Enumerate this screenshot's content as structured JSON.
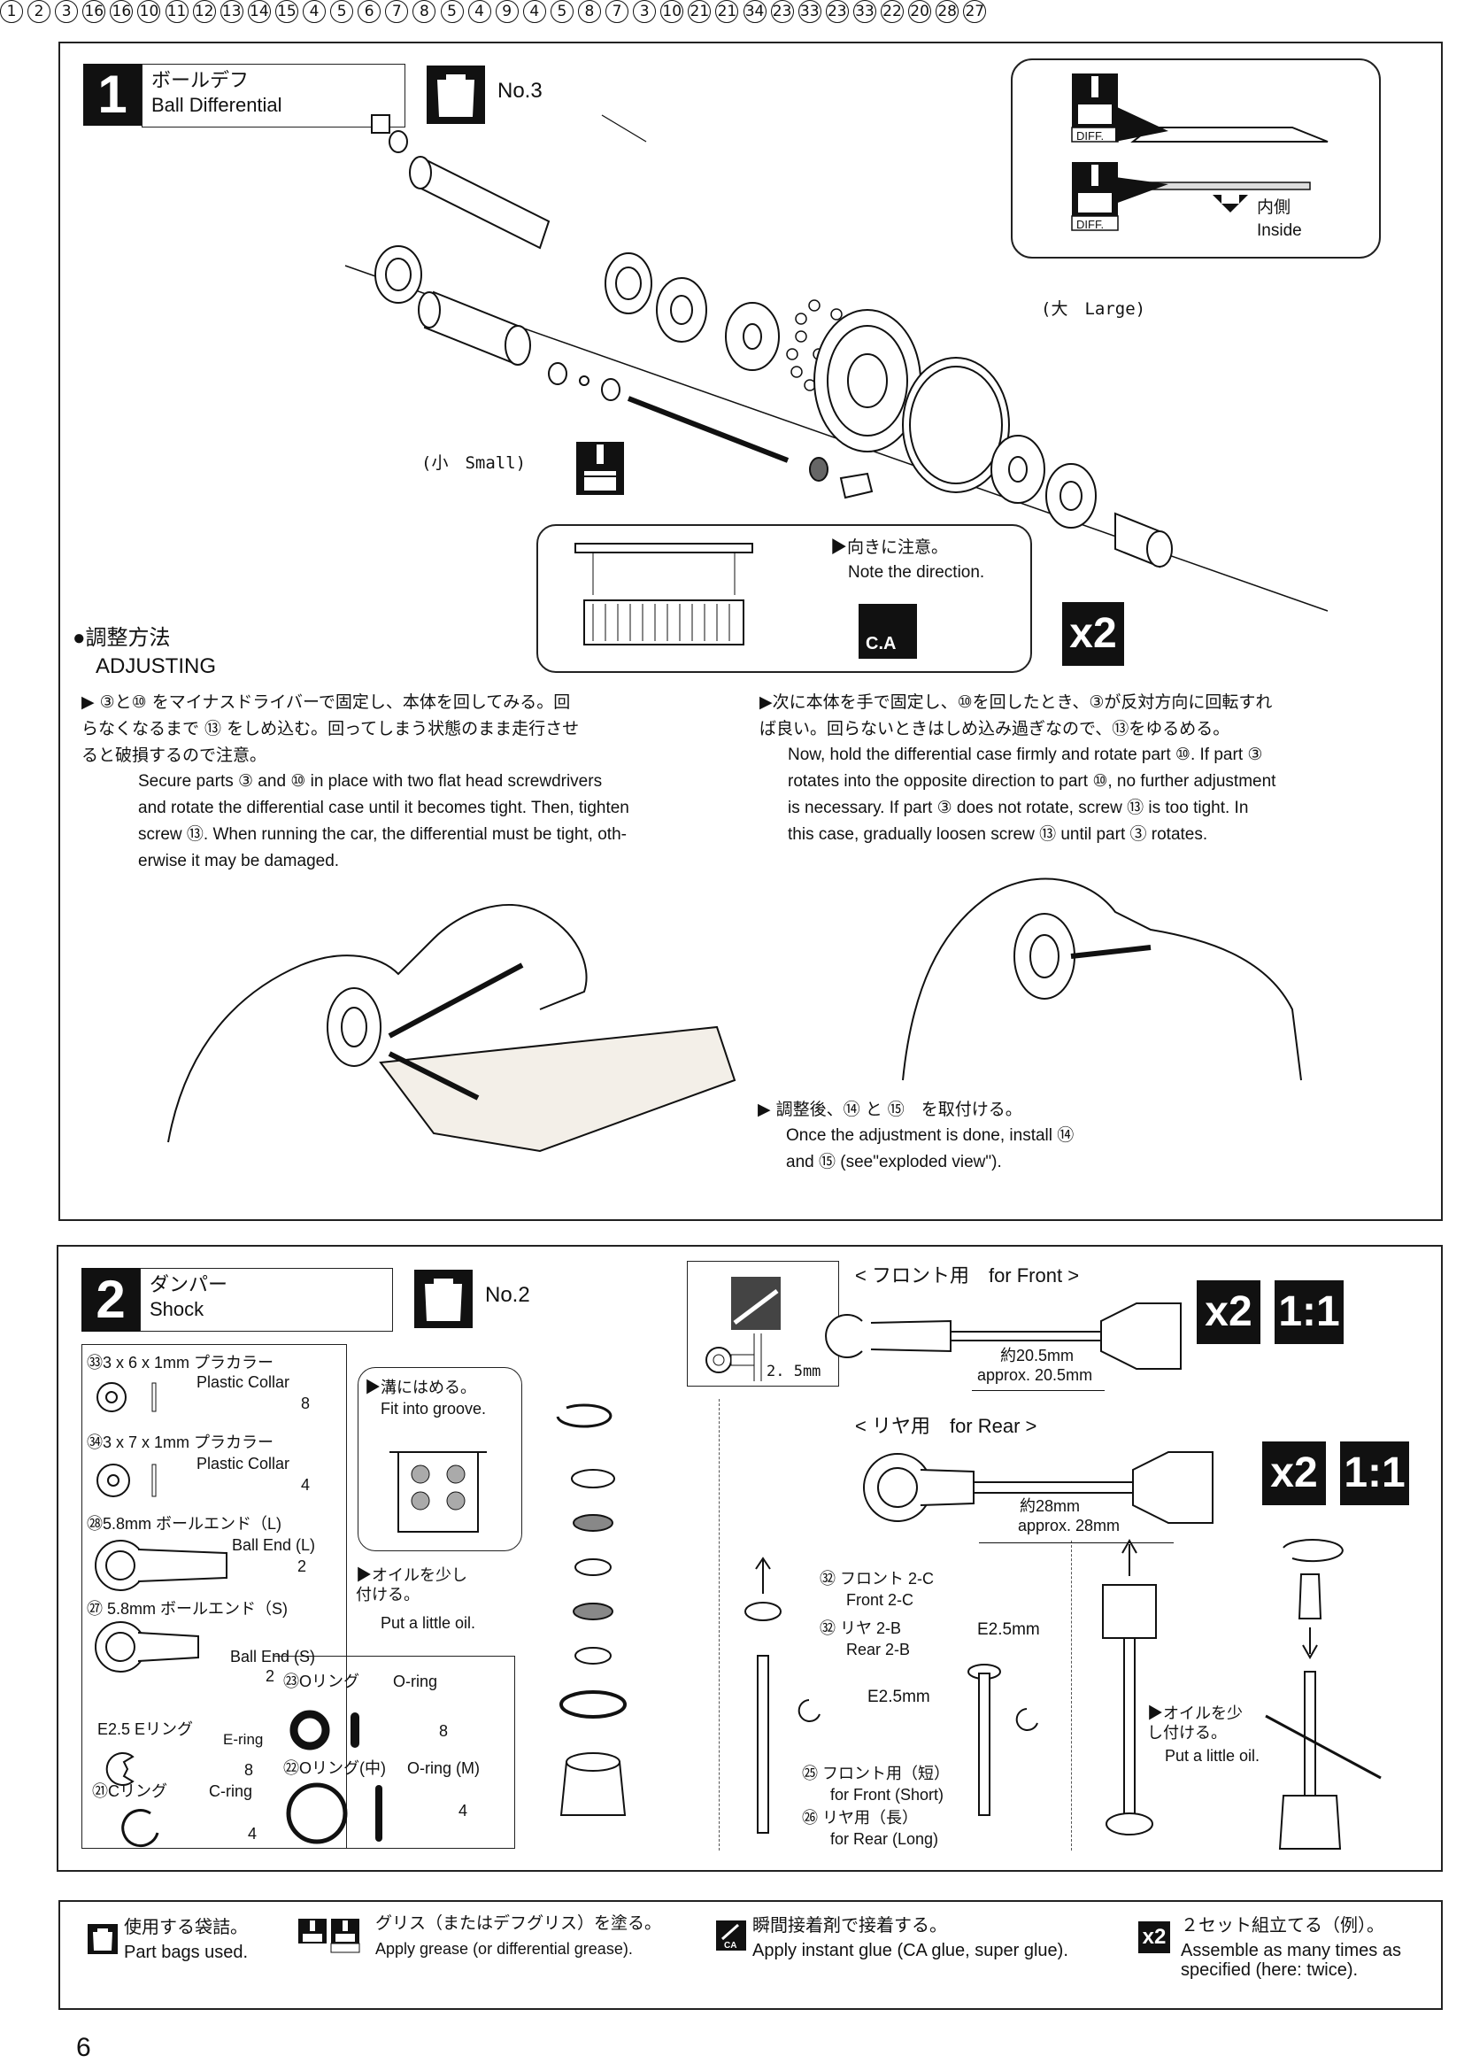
{
  "step1": {
    "number": "1",
    "title_jp": "ボールデフ",
    "title_en": "Ball Differential",
    "bag": "No.3",
    "callout_inside_jp": "内側",
    "callout_inside_en": "Inside",
    "diff_label": "DIFF.",
    "large_label": "(大　Large)",
    "small_label": "(小　Small)",
    "direction_jp": "▶向きに注意。",
    "direction_en": "Note the direction.",
    "ca": "C.A",
    "x2": "x2",
    "adjusting_jp": "●調整方法",
    "adjusting_en": "ADJUSTING",
    "left_jp": "▶ ③と⑩ をマイナスドライバーで固定し、本体を回してみる。回\nらなくなるまで ⑬ をしめ込む。回ってしまう状態のまま走行させ\nると破損するので注意。",
    "left_en": "Secure parts ③ and ⑩ in place with two flat head screwdrivers\nand rotate the differential case until it becomes tight.  Then, tighten\nscrew ⑬.  When running the car, the differential must be tight, oth-\nerwise it may be damaged.",
    "right_jp": "▶次に本体を手で固定し、⑩を回したとき、③が反対方向に回転すれ\nば良い。回らないときはしめ込み過ぎなので、⑬をゆるめる。",
    "right_en": "Now, hold the differential case firmly and rotate part ⑩.  If part ③\nrotates into the opposite direction to part ⑩, no further adjustment\nis necessary.  If part ③ does not rotate, screw ⑬ is too tight.  In\nthis case, gradually loosen screw ⑬ until part ③ rotates.",
    "after_jp": "▶ 調整後、⑭ と ⑮　を取付ける。",
    "after_en": "Once the adjustment is done, install ⑭\nand ⑮ (see\"exploded view\")."
  },
  "step2": {
    "number": "2",
    "title_jp": "ダンパー",
    "title_en": "Shock",
    "bag": "No.2",
    "parts": [
      {
        "jp": "㉝3 x 6 x 1mm プラカラー",
        "en": "Plastic Collar",
        "qty": "8"
      },
      {
        "jp": "㉞3 x 7 x 1mm プラカラー",
        "en": "Plastic Collar",
        "qty": "4"
      },
      {
        "jp": "㉘5.8mm ボールエンド（L)",
        "en": "Ball End (L)",
        "qty": "2"
      },
      {
        "jp": "㉗ 5.8mm ボールエンド（S)",
        "en": "Ball End (S)",
        "qty": "2"
      },
      {
        "jp": "E2.5 Eリング",
        "en": "E-ring",
        "qty": "8"
      },
      {
        "jp": "㉓Oリング",
        "en": "O-ring",
        "qty": "8"
      },
      {
        "jp": "㉒Oリング(中)",
        "en": "O-ring (M)",
        "qty": "4"
      },
      {
        "jp": "㉑Cリング",
        "en": "C-ring",
        "qty": "4"
      }
    ],
    "groove_jp": "▶溝にはめる。",
    "groove_en": "Fit into groove.",
    "oil_jp": "▶オイルを少し\n付ける。",
    "oil_en": "Put a little oil.",
    "front_title": "< フロント用　for Front >",
    "front_len_jp": "約20.5mm",
    "front_len_en": "approx. 20.5mm",
    "rear_title": "< リヤ用　for Rear >",
    "rear_len_jp": "約28mm",
    "rear_len_en": "approx. 28mm",
    "gap": "2. 5mm",
    "x2": "x2",
    "scale": "1:1",
    "front2c_jp": "㉜ フロント 2-C",
    "front2c_en": "Front 2-C",
    "rear2b_jp": "㉜ リヤ 2-B",
    "rear2b_en": "Rear 2-B",
    "eclip": "E2.5mm",
    "front_short_jp": "㉕ フロント用（短）",
    "front_short_en": "for Front (Short)",
    "rear_long_jp": "㉖ リヤ用（長）",
    "rear_long_en": "for Rear (Long)",
    "oil2_jp": "▶オイルを少\nし付ける。",
    "oil2_en": "Put a little oil."
  },
  "legend": [
    {
      "jp": "使用する袋詰。",
      "en": "Part bags used."
    },
    {
      "jp": "グリス（またはデフグリス）を塗る。",
      "en": "Apply grease (or differential grease)."
    },
    {
      "jp": "瞬間接着剤で接着する。",
      "en": "Apply instant glue (CA glue, super glue)."
    },
    {
      "jp": "２セット組立てる（例）。",
      "en": "Assemble as many times as\nspecified (here: twice)."
    }
  ],
  "page_number": "6"
}
